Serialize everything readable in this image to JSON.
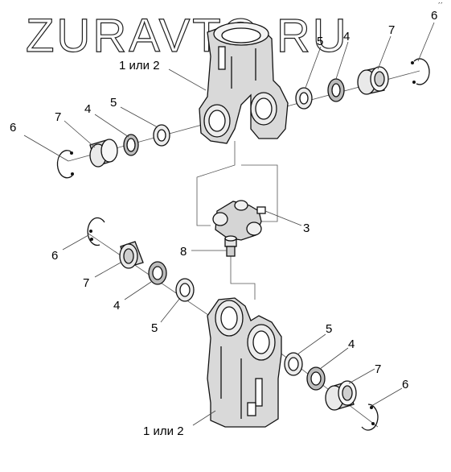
{
  "watermark": "ZURAVTO.RU",
  "corner_mark": "´´",
  "callouts": {
    "yoke_top": "1 или 2",
    "yoke_bottom": "1 или 2",
    "cross": "3",
    "seal": "4",
    "washer": "5",
    "circlip": "6",
    "cup": "7",
    "grease_fitting": "8"
  }
}
